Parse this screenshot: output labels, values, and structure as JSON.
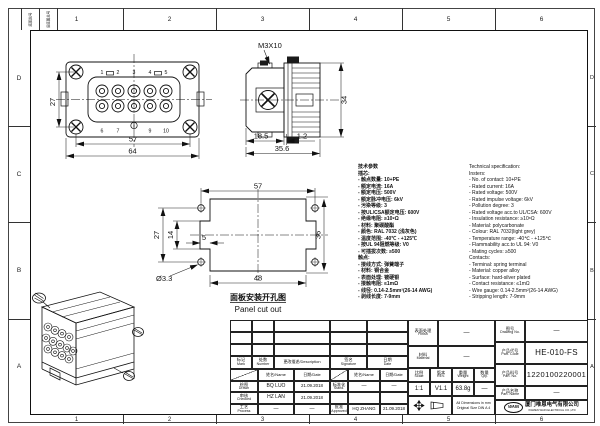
{
  "drawing": {
    "zone_columns": [
      "1",
      "2",
      "3",
      "4",
      "5",
      "6"
    ],
    "zone_rows": [
      "D",
      "C",
      "B",
      "A"
    ],
    "corner_stamps": [
      "底图总号",
      "旧底图总号"
    ],
    "line_color": "#111111",
    "paper_color": "#ffffff"
  },
  "front_view": {
    "pins_top": [
      "1",
      "2",
      "3",
      "4",
      "5"
    ],
    "pins_bottom": [
      "6",
      "7",
      "9",
      "10"
    ],
    "dim_height": "27",
    "dim_pitch": "57",
    "dim_width": "64"
  },
  "side_view": {
    "screw_label": "M3X10",
    "dim_height": "34",
    "dim_front": "18.5",
    "dim_plate": "1.2",
    "dim_depth": "35.6"
  },
  "panel_cutout": {
    "dim_top": "57",
    "dim_holes_v": "27",
    "dim_notch_h": "14",
    "dim_notch_d": "5",
    "dim_height": "36",
    "dim_bottom": "48",
    "hole_label": "Ø3.3",
    "caption_cn": "面板安装开孔图",
    "caption_en": "Panel cut out"
  },
  "specs": {
    "cn_lines": [
      "技术参数",
      "插芯:",
      "- 触点数量: 10+PE",
      "- 额定电流: 16A",
      "- 额定电压: 500V",
      "- 额定脉冲电压: 6kV",
      "- 污染等级: 3",
      "- 按UL/CSA额定电压: 600V",
      "- 绝缘电阻: ≥10⁸Ω",
      "- 材料: 聚碳酸酯",
      "- 颜色: RAL 7032 (浅灰色)",
      "- 温度范围: -40℃ - +125℃",
      "- 按UL 94阻燃等级: V0",
      "- 可插拔次数: ≥500",
      "触点:",
      "- 接线方式: 弹簧端子",
      "- 材料: 铜合金",
      "- 表面处理: 镀硬银",
      "- 接触电阻: ≤1mΩ",
      "- 线径: 0.14-2.5mm²(26-14 AWG)",
      "- 剥线长度: 7-9mm"
    ],
    "en_lines": [
      "Technical specification:",
      "Insters:",
      "- No. of contact: 10+PE",
      "- Rated current: 16A",
      "- Rated voltage: 500V",
      "- Rated impulse voltage: 6kV",
      "- Pollution degree: 3",
      "- Rated voltage acc.to UL/CSA: 600V",
      "- Insulation resistance: ≥10⁸Ω",
      "- Material: polycarbonate",
      "- Colour: RAL 7032(light grey)",
      "- Temperature range: -40℃ - +125℃",
      "- Flammability acc.to UL 94: V0",
      "- Mating cycles: ≥500",
      "Contacts:",
      "- Terminal: spring terminal",
      "- Material: copper alloy",
      "- Surface: hard-silver plated",
      "- Contact resistance: ≤1mΩ",
      "- Wire gauge: 0.14-2.5mm²(26-14 AWG)",
      "- Stripping length: 7-9mm"
    ]
  },
  "title_block": {
    "rev": {
      "col_mark": {
        "cn": "标记",
        "en": "Mark"
      },
      "col_number": {
        "cn": "处数",
        "en": "Number"
      },
      "col_desc": "更改描述/Description",
      "col_sig": {
        "cn": "签名",
        "en": "Signature"
      },
      "col_date": {
        "cn": "日期",
        "en": "Date"
      },
      "col_name": "姓名/Name",
      "col_date2": "日期/Date",
      "drawn": {
        "cn": "绘图",
        "en": "Drawn",
        "name": "BQ LUO",
        "date": "21.09.2018"
      },
      "checked": {
        "cn": "审核",
        "en": "Checked",
        "name": "HZ LAN",
        "date": "21.09.2018"
      },
      "process": {
        "cn": "工艺",
        "en": "Process",
        "name": "—",
        "date": "—"
      },
      "standard": {
        "cn": "标准化",
        "en": "Stand.",
        "name": "—",
        "date": "—"
      },
      "approved": {
        "cn": "批准",
        "en": "Approved",
        "name": "HQ ZHANG",
        "date": "21.09.2018"
      }
    },
    "info": {
      "finish": {
        "cn": "表面处理",
        "en": "Finish",
        "value": "—"
      },
      "material": {
        "cn": "材料",
        "en": "Material",
        "value": "—"
      },
      "scale": {
        "cn": "比例",
        "en": "Scale",
        "value": "1:1"
      },
      "rev": {
        "cn": "版本",
        "en": "REV.",
        "value": "V1.1"
      },
      "weight": {
        "cn": "重量",
        "en": "Weight",
        "value": "63.8g"
      },
      "qty": {
        "cn": "数量",
        "en": "Qty.",
        "value": "—"
      },
      "drawing_no": {
        "cn": "图号",
        "en": "Drawing No.",
        "value": "—"
      },
      "part_code": {
        "cn": "产品代号",
        "en": "Part. Code",
        "value": "HE-010-FS"
      },
      "part_no": {
        "cn": "产品料号",
        "en": "Part. No.",
        "value": "1220100220001"
      },
      "part_name": {
        "cn": "产品名称",
        "en": "Part. Name",
        "value": "—"
      },
      "note_line1": "All Dimensions in mm",
      "note_line2": "Original Size DIN A 4",
      "company": {
        "logo": "WAIN",
        "cn": "厦门唯恩电气有限公司",
        "en": "XIAMEN WAIN ELECTRICAL CO.,LTD"
      }
    }
  }
}
